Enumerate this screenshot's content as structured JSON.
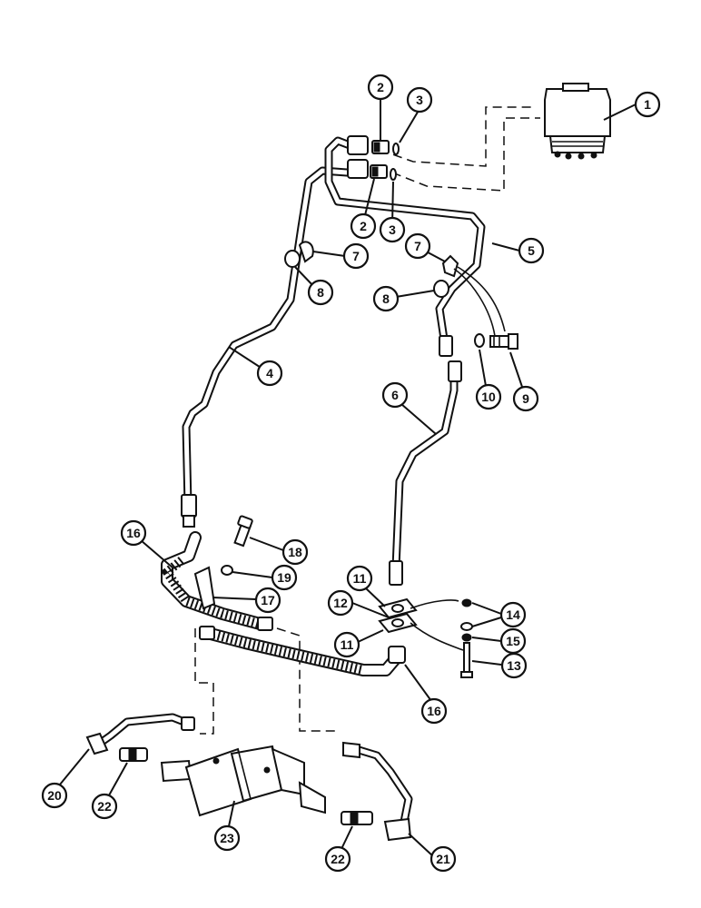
{
  "diagram": {
    "callouts": [
      {
        "id": "c1",
        "label": "1"
      },
      {
        "id": "c2a",
        "label": "2"
      },
      {
        "id": "c3a",
        "label": "3"
      },
      {
        "id": "c2b",
        "label": "2"
      },
      {
        "id": "c3b",
        "label": "3"
      },
      {
        "id": "c7a",
        "label": "7"
      },
      {
        "id": "c7b",
        "label": "7"
      },
      {
        "id": "c5",
        "label": "5"
      },
      {
        "id": "c8a",
        "label": "8"
      },
      {
        "id": "c8b",
        "label": "8"
      },
      {
        "id": "c4",
        "label": "4"
      },
      {
        "id": "c6",
        "label": "6"
      },
      {
        "id": "c10",
        "label": "10"
      },
      {
        "id": "c9",
        "label": "9"
      },
      {
        "id": "c16a",
        "label": "16"
      },
      {
        "id": "c18",
        "label": "18"
      },
      {
        "id": "c19",
        "label": "19"
      },
      {
        "id": "c17",
        "label": "17"
      },
      {
        "id": "c11a",
        "label": "11"
      },
      {
        "id": "c12",
        "label": "12"
      },
      {
        "id": "c11b",
        "label": "11"
      },
      {
        "id": "c14",
        "label": "14"
      },
      {
        "id": "c15",
        "label": "15"
      },
      {
        "id": "c13",
        "label": "13"
      },
      {
        "id": "c16b",
        "label": "16"
      },
      {
        "id": "c20",
        "label": "20"
      },
      {
        "id": "c22a",
        "label": "22"
      },
      {
        "id": "c23",
        "label": "23"
      },
      {
        "id": "c22b",
        "label": "22"
      },
      {
        "id": "c21",
        "label": "21"
      }
    ]
  }
}
